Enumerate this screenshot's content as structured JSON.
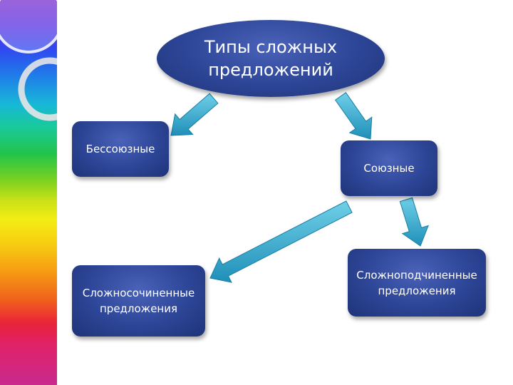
{
  "diagram": {
    "root": {
      "label": "Типы сложных предложений"
    },
    "nodes": {
      "asyndetic": "Бессоюзные",
      "conjunctive": "Союзные",
      "compound": "Сложносочиненные предложения",
      "complex": "Сложноподчиненные предложения"
    },
    "edges": [
      {
        "from": "root",
        "to": "asyndetic"
      },
      {
        "from": "root",
        "to": "conjunctive"
      },
      {
        "from": "conjunctive",
        "to": "compound"
      },
      {
        "from": "conjunctive",
        "to": "complex"
      }
    ]
  },
  "colors": {
    "node_fill": "#2d4596",
    "arrow_fill": "#2fa5c8"
  }
}
